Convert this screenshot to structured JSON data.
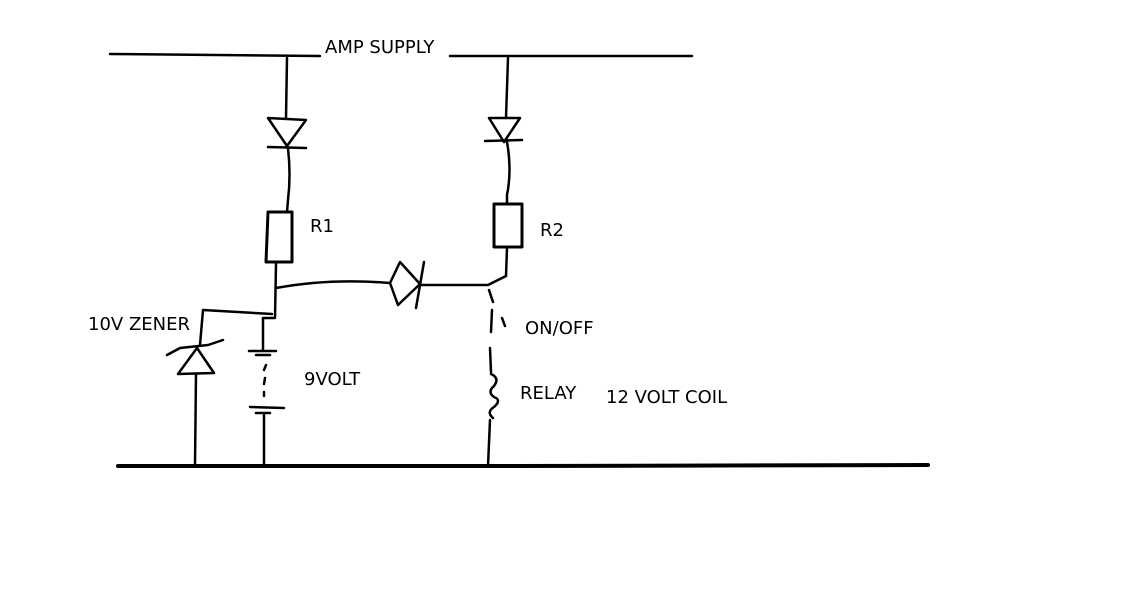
{
  "diagram": {
    "labels": {
      "supply": "AMP SUPPLY",
      "r1": "R1",
      "r2": "R2",
      "zener": "10V ZENER",
      "battery": "9VOLT",
      "switch": "ON/OFF",
      "relay": "RELAY",
      "coil": "12 VOLT COIL"
    },
    "components": {
      "diode_left": "diode-icon",
      "diode_right": "diode-icon",
      "diode_middle": "diode-icon",
      "resistor_r1": "resistor-icon",
      "resistor_r2": "resistor-icon",
      "zener": "zener-diode-icon",
      "battery": "battery-icon",
      "switch": "switch-icon",
      "relay_coil": "inductor-coil-icon"
    },
    "colors": {
      "ink": "#000000",
      "background": "#ffffff"
    }
  }
}
